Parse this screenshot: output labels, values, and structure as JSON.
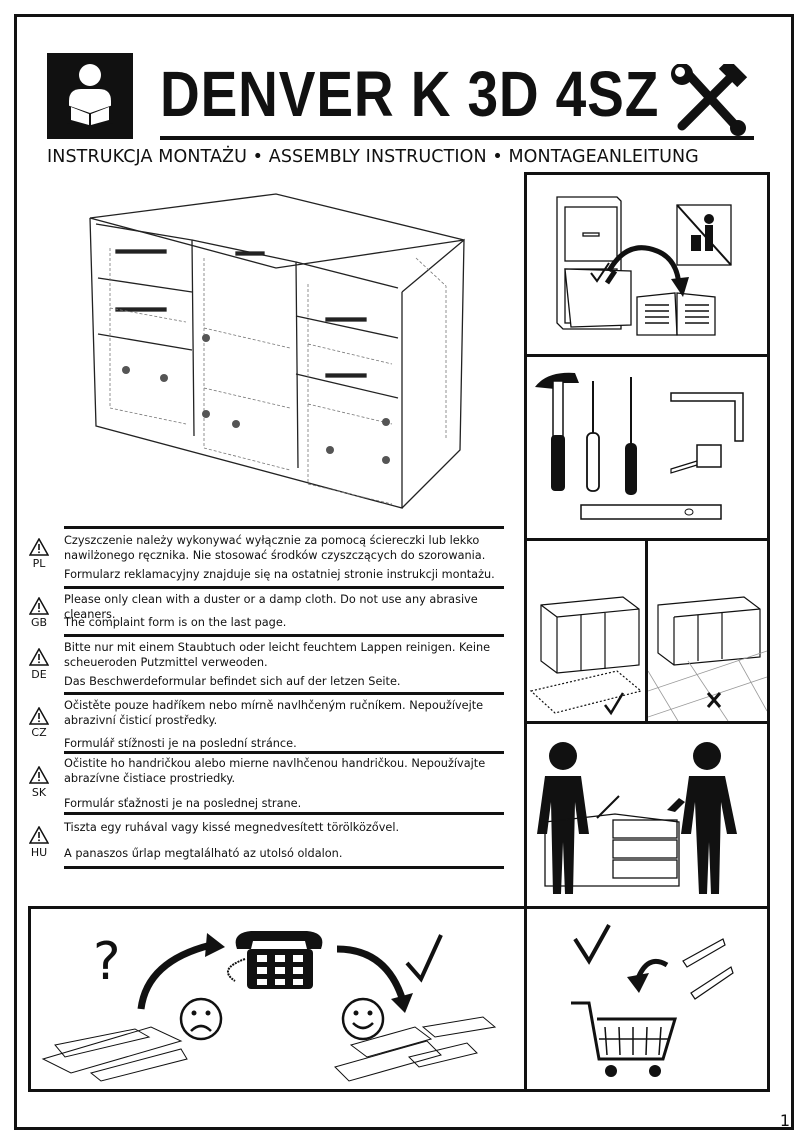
{
  "header": {
    "title": "DENVER K 3D 4SZ",
    "subtitle": "INSTRUKCJA MONTAŻU • ASSEMBLY INSTRUCTION • MONTAGEANLEITUNG"
  },
  "icons": {
    "reading": "reading-person-icon",
    "tools": "hammer-wrench-icon"
  },
  "care": [
    {
      "code": "PL",
      "clean": "Czyszczenie należy wykonywać wyłącznie za pomocą ściereczki lub lekko nawilżonego ręcznika. Nie stosować środków czyszczących do szorowania.",
      "form": "Formularz reklamacyjny znajduje się na ostatniej stronie instrukcji montażu."
    },
    {
      "code": "GB",
      "clean": "Please only clean with a duster or a damp cloth. Do not use any abrasive cleaners.",
      "form": "The complaint form is on the last page."
    },
    {
      "code": "DE",
      "clean": "Bitte nur mit einem Staubtuch oder leicht feuchtem Lappen reinigen. Keine scheueroden Putzmittel verweoden.",
      "form": "Das Beschwerdeformular befindet sich auf der letzen Seite."
    },
    {
      "code": "CZ",
      "clean": "Očistěte pouze hadříkem nebo mírně navlhčeným ručníkem. Nepoužívejte abrazivní čisticí prostředky.",
      "form": "Formulář stížnosti je na poslední stránce."
    },
    {
      "code": "SK",
      "clean": "Očistite ho handričkou alebo mierne navlhčenou handričkou. Nepoužívajte abrazívne čistiace prostriedky.",
      "form": "Formulár sťažnosti je na poslednej strane."
    },
    {
      "code": "HU",
      "clean": "Tiszta egy ruhával vagy kissé megnedvesített törölközővel.",
      "form": "A panaszos űrlap megtalálható az utolsó oldalon."
    }
  ],
  "footer": {
    "page": "1"
  }
}
